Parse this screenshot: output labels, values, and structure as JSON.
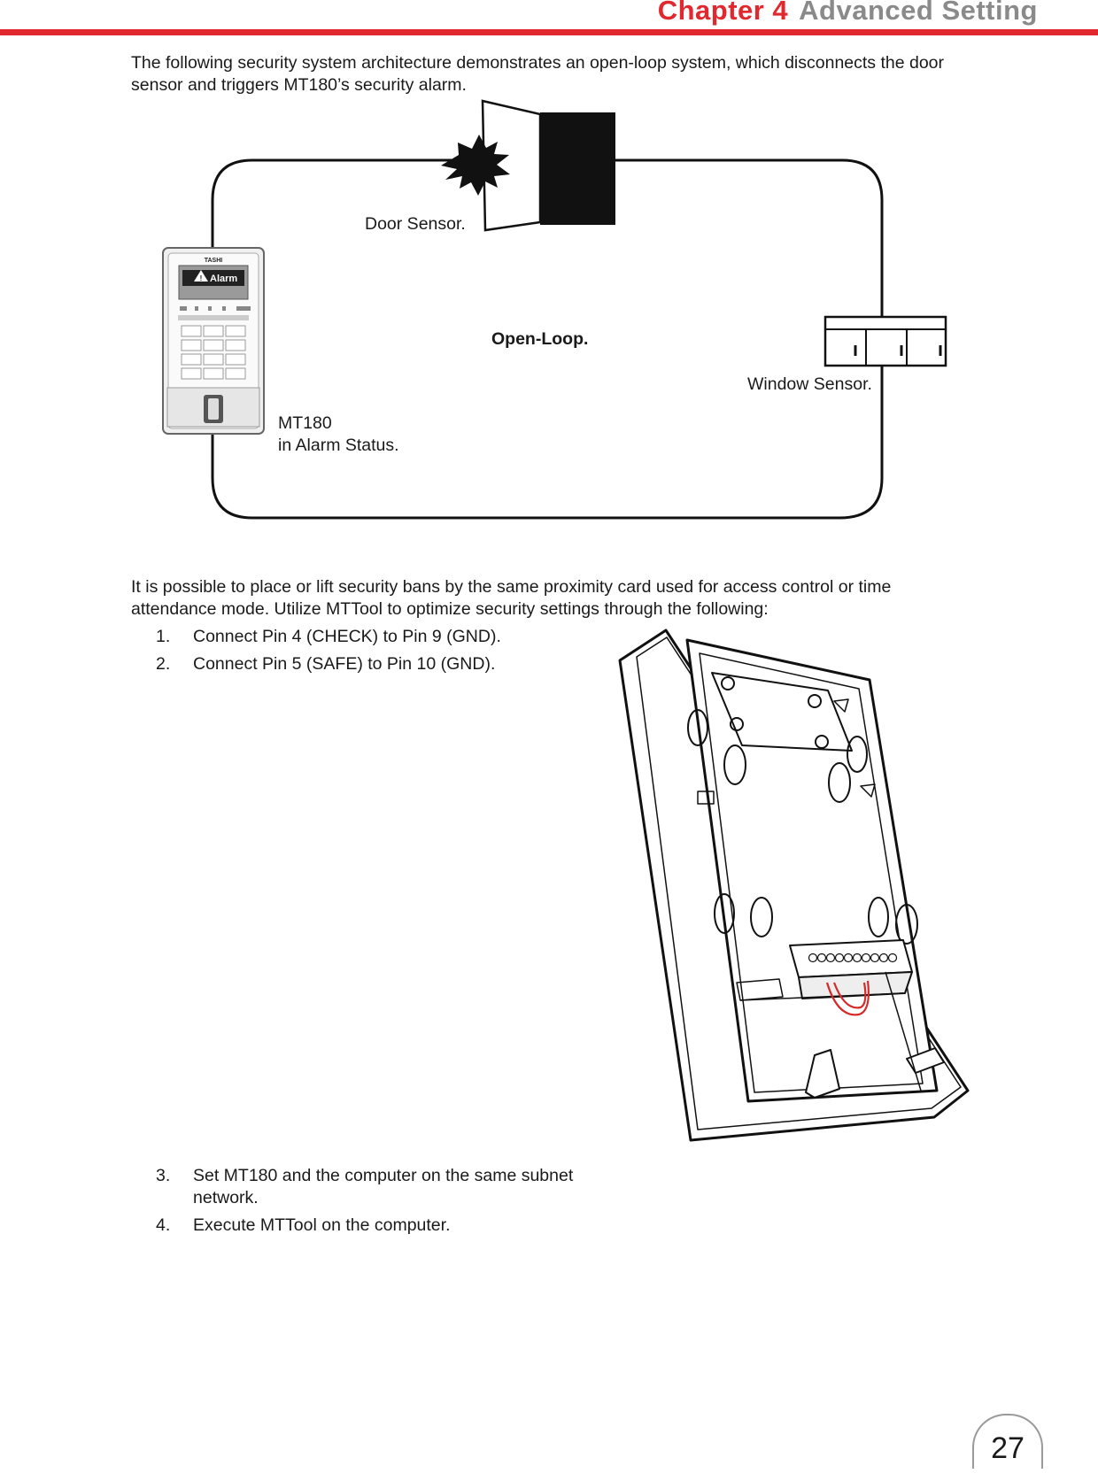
{
  "header": {
    "chapter": "Chapter 4",
    "title": "Advanced Setting"
  },
  "intro_paragraph": "The following security system architecture demonstrates an open-loop system, which disconnects the door sensor and triggers MT180’s security alarm.",
  "diagram": {
    "door_label": "Door Sensor.",
    "loop_label": "Open-Loop.",
    "window_label": "Window Sensor.",
    "device_line1": "MT180",
    "device_line2": "in Alarm Status.",
    "device_brand": "TASHI",
    "device_alarm": "Alarm"
  },
  "body_paragraph": "It is possible to place or lift security bans by the same proximity card used for access control or time attendance mode. Utilize MTTool to optimize security settings through the following:",
  "steps": [
    {
      "num": "1.",
      "text": "Connect Pin 4 (CHECK) to Pin 9 (GND)."
    },
    {
      "num": "2.",
      "text": "Connect Pin 5 (SAFE) to Pin 10 (GND)."
    },
    {
      "num": "3.",
      "text": "Set MT180 and the computer on the same subnet network."
    },
    {
      "num": "4.",
      "text": "Execute MTTool on the computer."
    }
  ],
  "colors": {
    "accent_red": "#e0282e",
    "header_gray": "#8a8a8a"
  },
  "page_number": "27"
}
